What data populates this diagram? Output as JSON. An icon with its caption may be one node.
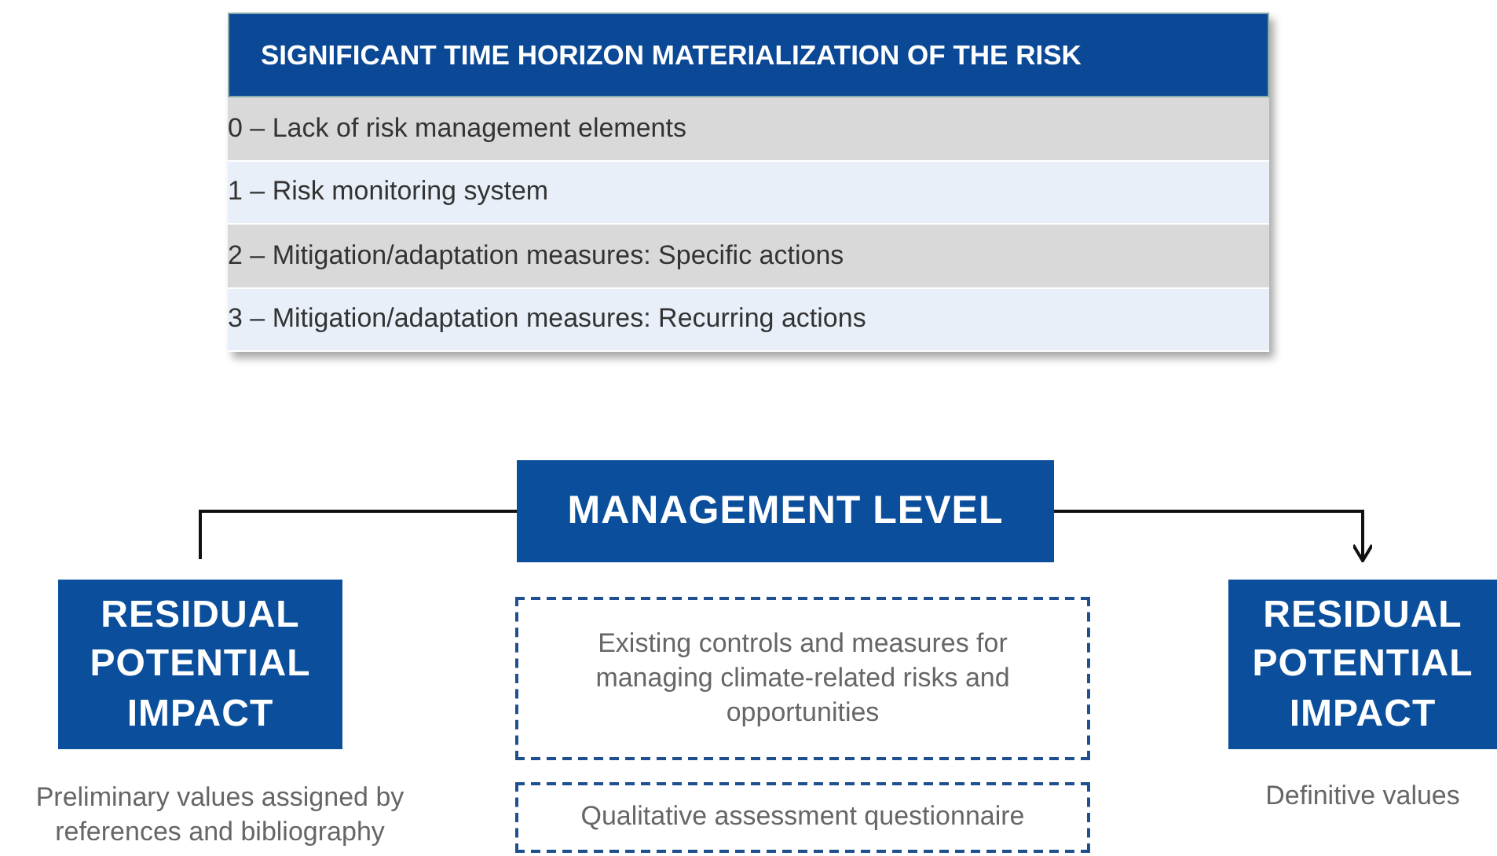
{
  "diagram": {
    "nodes": [
      {
        "text": [
          "MANAGEMENT LEVEL"
        ]
      },
      {
        "text": [
          "RESIDUAL POTENTIAL IMPACT"
        ],
        "beside": [
          "Preliminary values assigned by references and bibliography"
        ]
      },
      {
        "text": [
          "Existing controls and measures for managing climate-related risks and opportunities"
        ]
      },
      {
        "text": [
          "Qualitative assessment questionnaire"
        ]
      },
      {
        "text": [
          "RESIDUAL POTENTIAL IMPACT"
        ],
        "beside": [
          "Definitive values"
        ]
      }
    ],
    "edges": [
      {
        "from": 0,
        "to": 1,
        "arrow": "none"
      },
      {
        "from": 0,
        "to": 4,
        "arrow": "to"
      }
    ],
    "labels": [
      "SIGNIFICANT TIME HORIZON  MATERIALIZATION OF THE RISK",
      "0 – Lack of risk management elements",
      "1 – Risk monitoring system",
      "2 – Mitigation/adaptation measures: Specific actions",
      "3 – Mitigation/adaptation measures: Recurring actions"
    ]
  }
}
